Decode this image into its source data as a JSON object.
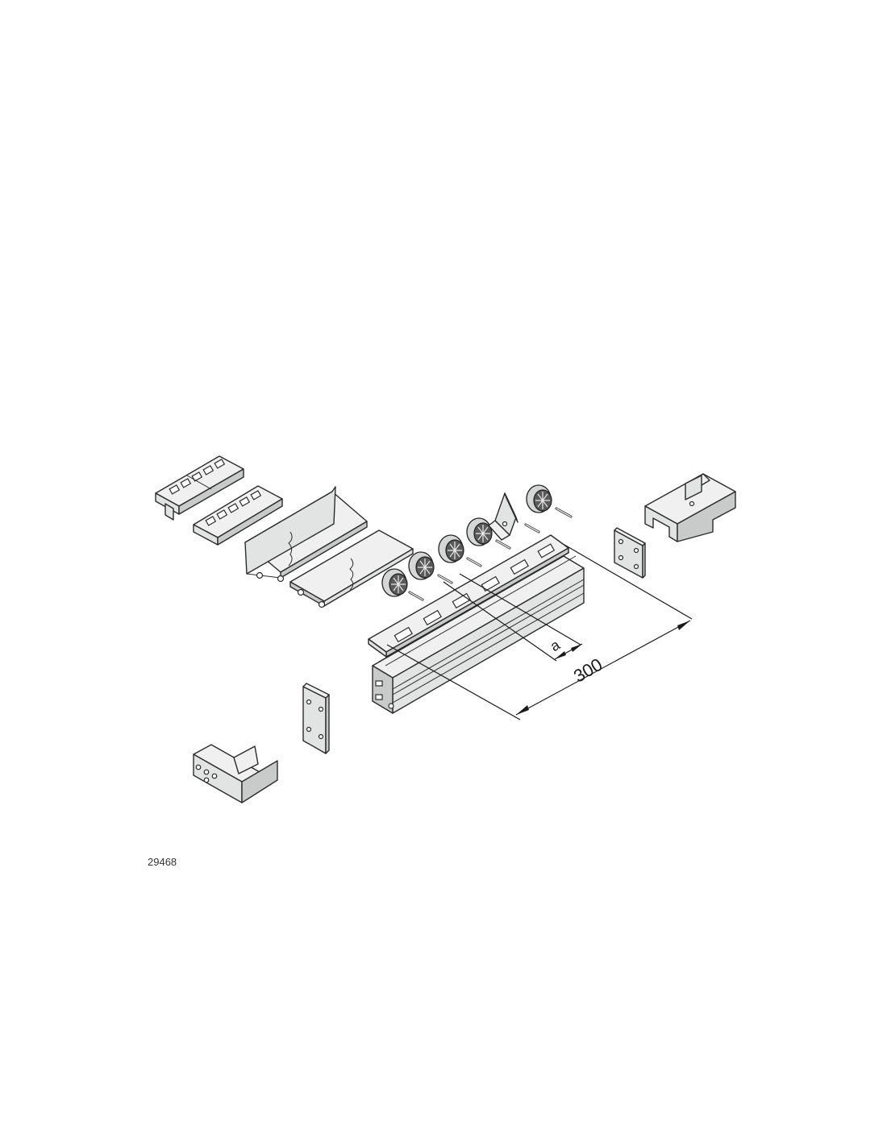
{
  "figure": {
    "figure_number": "29468",
    "dimension_length": "300",
    "dimension_pitch": "a"
  }
}
